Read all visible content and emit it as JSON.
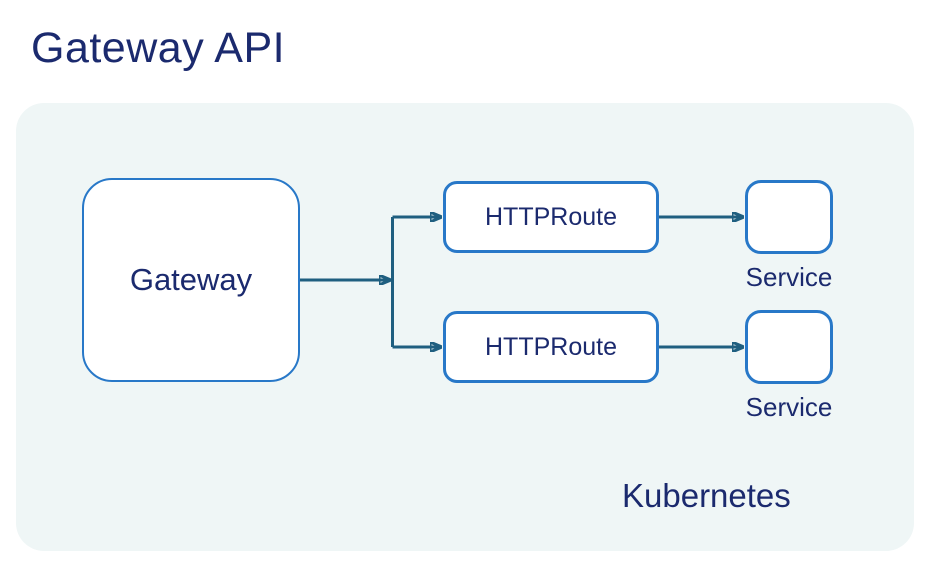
{
  "page": {
    "title": "Gateway API"
  },
  "cluster": {
    "label": "Kubernetes"
  },
  "nodes": {
    "gateway": {
      "label": "Gateway"
    },
    "httproute1": {
      "label": "HTTPRoute"
    },
    "httproute2": {
      "label": "HTTPRoute"
    },
    "service1": {
      "label": "Service"
    },
    "service2": {
      "label": "Service"
    }
  },
  "edges": [
    {
      "from": "gateway",
      "to": "httproute1"
    },
    {
      "from": "gateway",
      "to": "httproute2"
    },
    {
      "from": "httproute1",
      "to": "service1"
    },
    {
      "from": "httproute2",
      "to": "service2"
    }
  ],
  "colors": {
    "title_text": "#1b2a6e",
    "node_text": "#1b2a6e",
    "node_border": "#2878c8",
    "node_fill": "#ffffff",
    "edge_line": "#1f5f80",
    "cluster_background": "#eff6f6",
    "page_background": "#ffffff"
  }
}
